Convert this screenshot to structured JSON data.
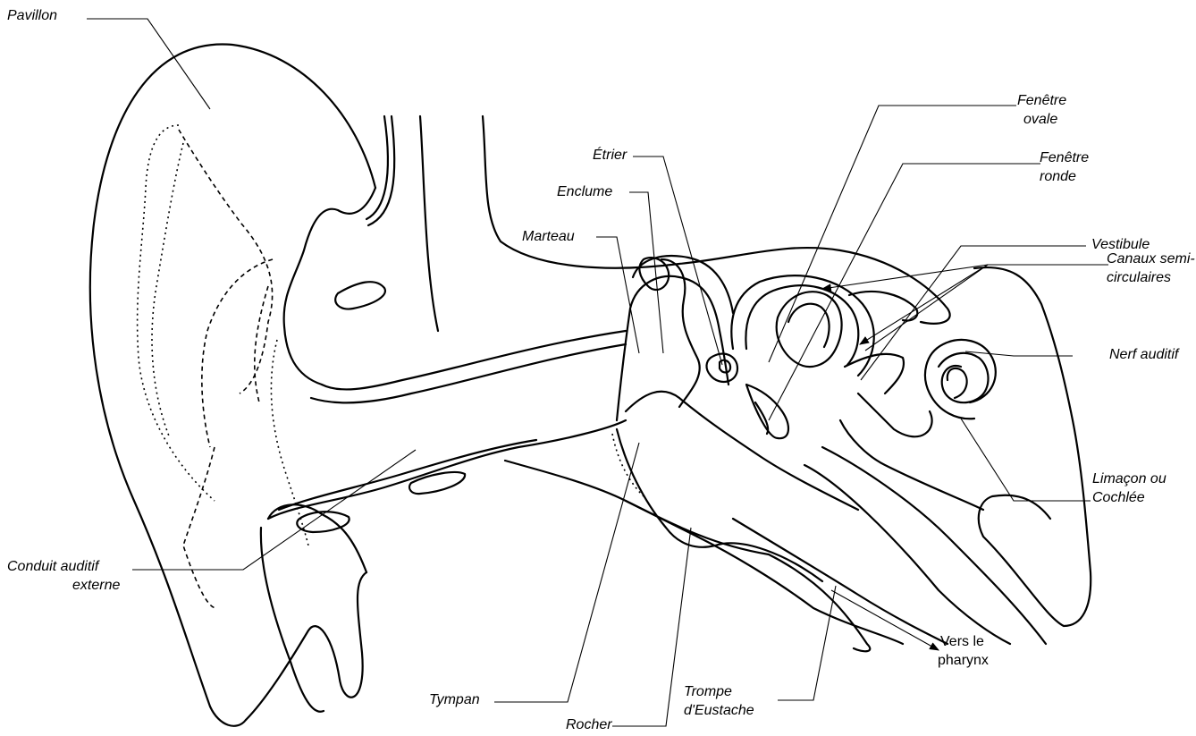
{
  "labels": {
    "pavillon": "Pavillon",
    "fenetre_ovale_1": "Fenêtre",
    "fenetre_ovale_2": "ovale",
    "fenetre_ronde_1": "Fenêtre",
    "fenetre_ronde_2": "ronde",
    "etrier": "Étrier",
    "enclume": "Enclume",
    "marteau": "Marteau",
    "canaux_1": "Canaux semi-",
    "canaux_2": "circulaires",
    "vestibule": "Vestibule",
    "nerf_auditif": "Nerf auditif",
    "limacon_1": "Limaçon ou",
    "limacon_2": "Cochlée",
    "conduit_1": "Conduit auditif",
    "conduit_2": "externe",
    "tympan": "Tympan",
    "rocher": "Rocher",
    "trompe_1": "Trompe",
    "trompe_2": "d'Eustache",
    "pharynx_1": "Vers le",
    "pharynx_2": "pharynx"
  }
}
